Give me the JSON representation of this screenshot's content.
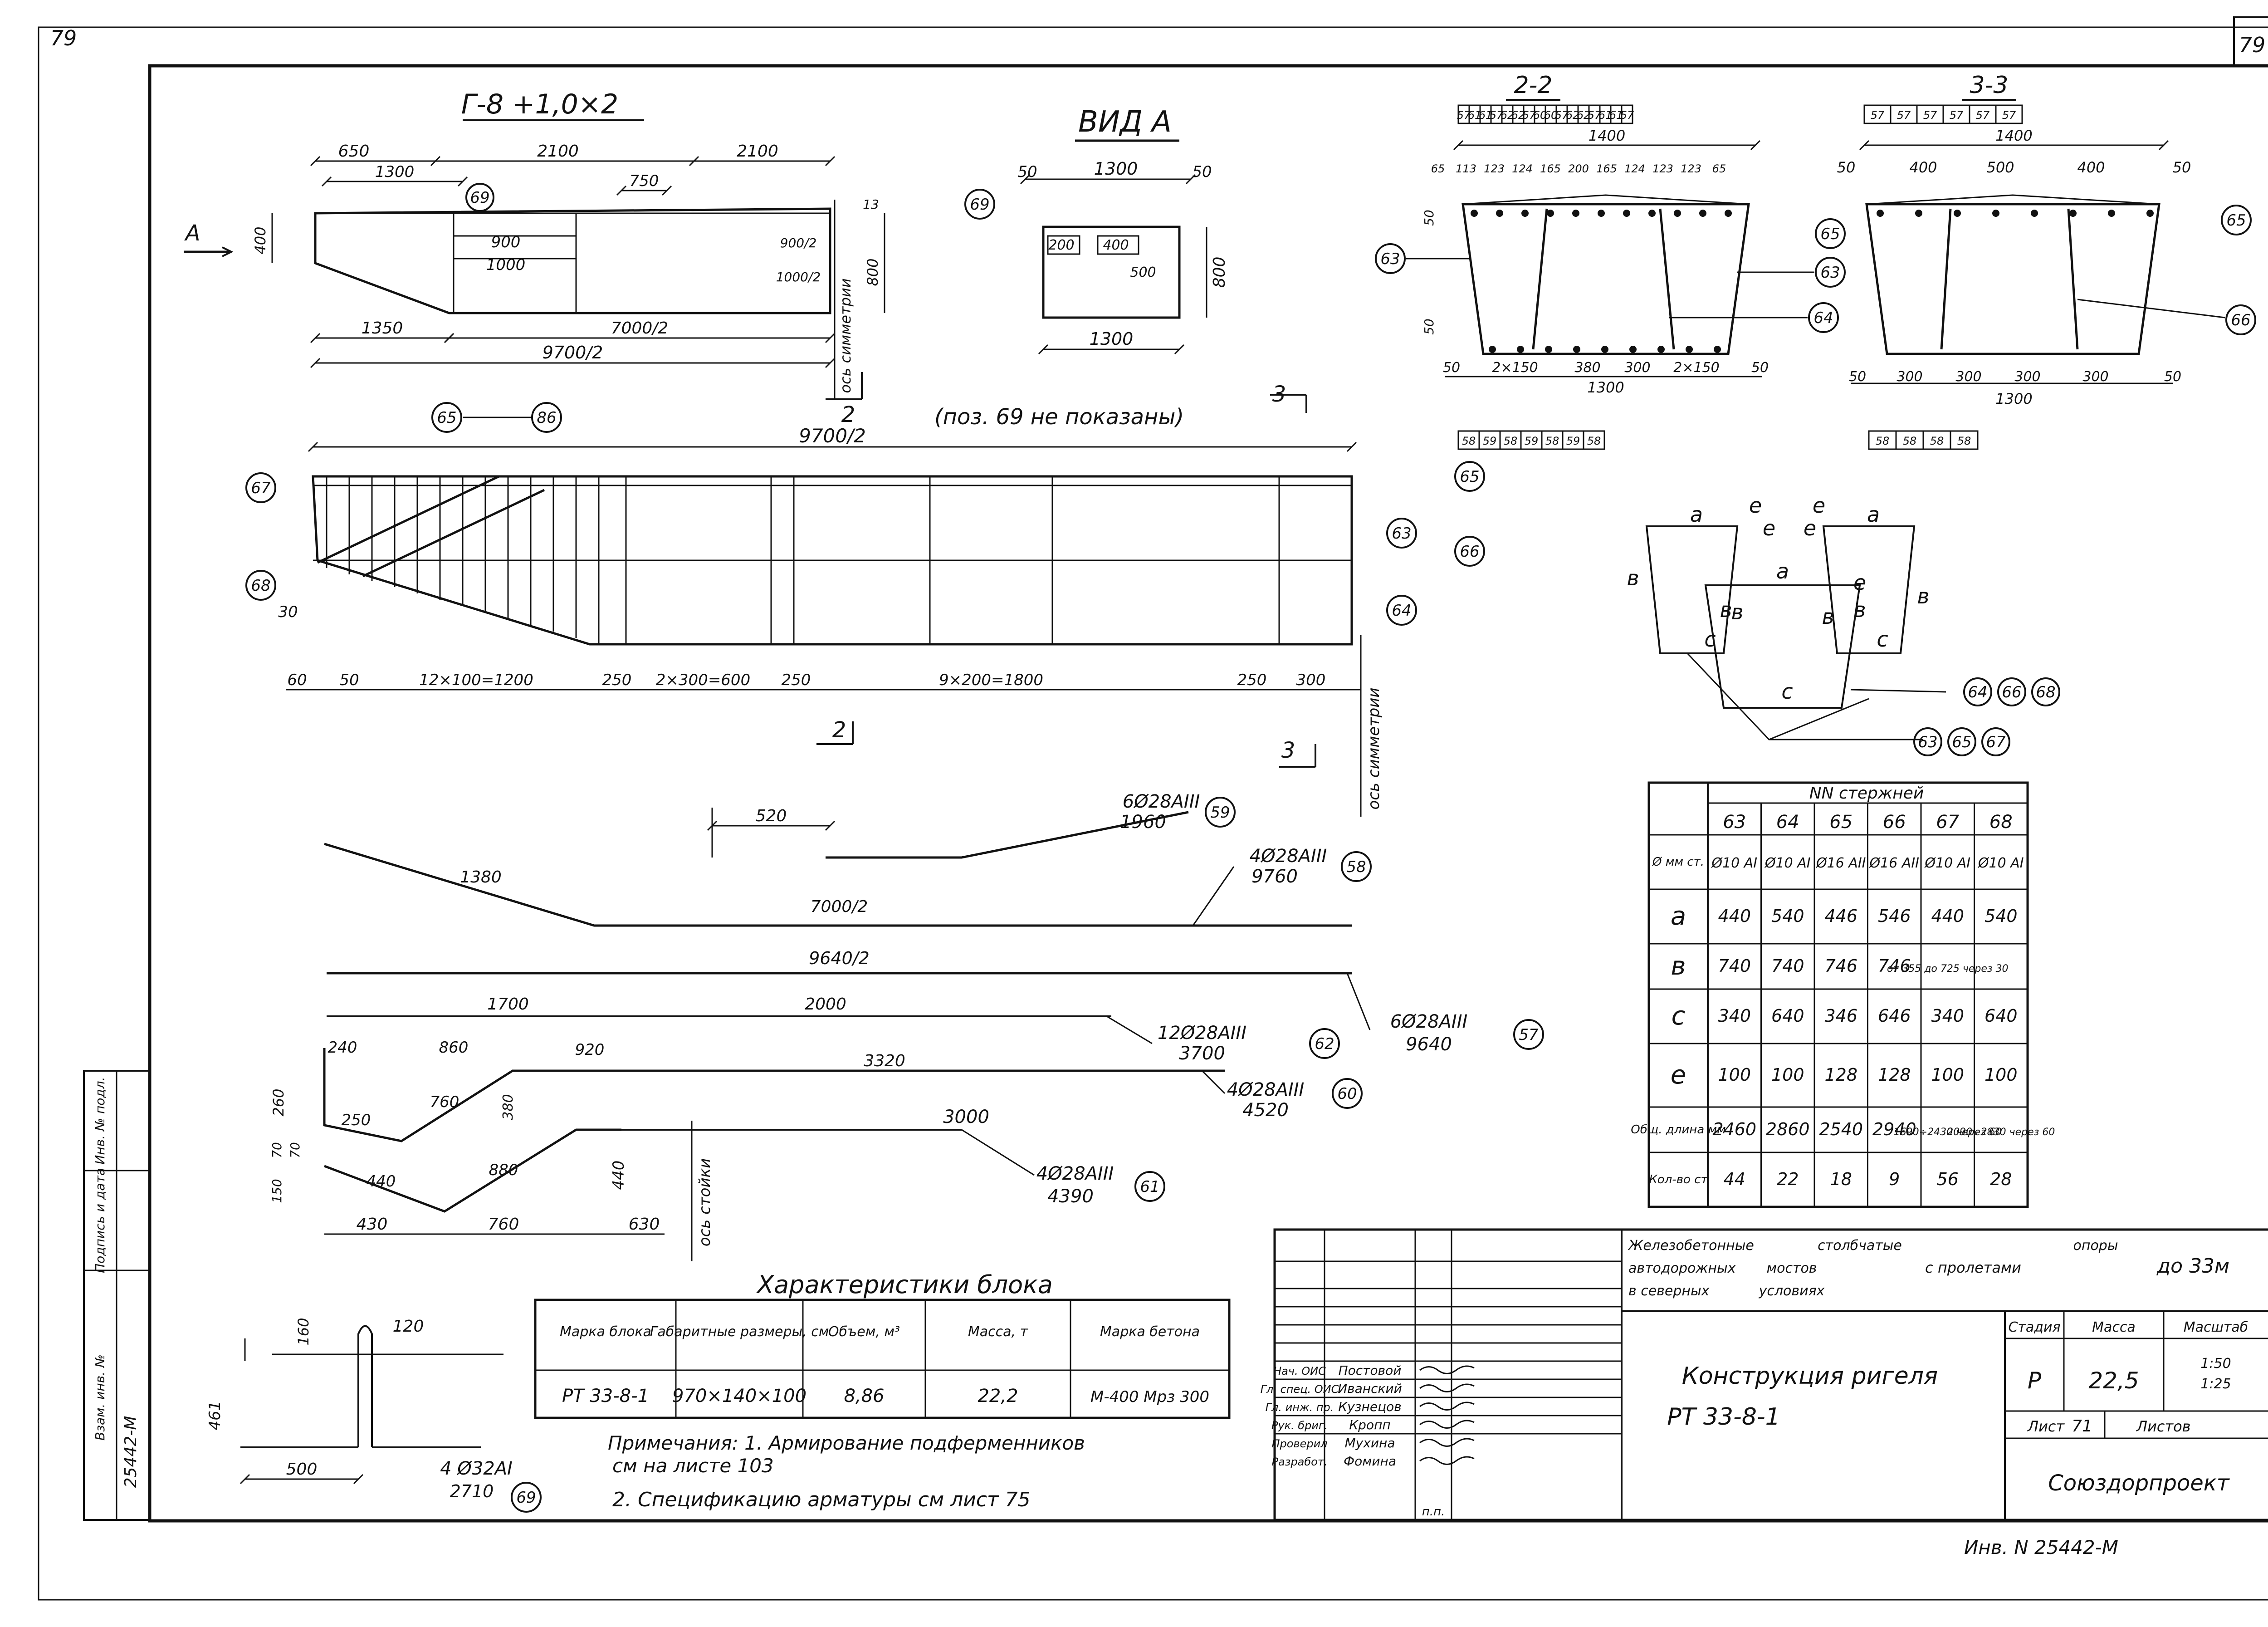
{
  "page": {
    "number_left": "79",
    "number_right": "79",
    "side_stamp": {
      "cells": [
        "Инв. № подл.",
        "Подпись и дата",
        "Взам. инв. №"
      ],
      "inv_number": "25442-М"
    }
  },
  "elevation": {
    "title": "Г-8 +1,0×2",
    "view_arrow": "А",
    "dims_top": [
      "650",
      "2100",
      "2100"
    ],
    "dims_small": [
      "1300",
      "750"
    ],
    "dims_mid": [
      "900",
      "1000"
    ],
    "dims_bottom": [
      "1350",
      "7000/2"
    ],
    "dim_total": "9700/2",
    "dims_right": [
      "900/2",
      "1000/2",
      "800"
    ],
    "dim_left": "400",
    "dim_top_right": "13",
    "axis_label": "ось симметрии",
    "pos_mark": "69"
  },
  "view_a": {
    "title": "ВИД А",
    "dims_top": [
      "50",
      "1300",
      "50"
    ],
    "dims_inner": [
      "200",
      "400",
      "500"
    ],
    "dim_bottom": "1300",
    "dim_right": "800",
    "pos_mark": "69"
  },
  "section_2": {
    "title": "2-2",
    "top_strip": [
      "57",
      "61",
      "61",
      "57",
      "62",
      "62",
      "57",
      "60",
      "60",
      "57",
      "62",
      "62",
      "57",
      "61",
      "61",
      "57"
    ],
    "dim_top": "1400",
    "dims_top_row": [
      "65",
      "113",
      "123",
      "124",
      "165",
      "200",
      "165",
      "124",
      "123",
      "123",
      "65"
    ],
    "dims_bottom": [
      "50",
      "2×150",
      "380",
      "300",
      "2×150",
      "50"
    ],
    "dim_bottom_total": "1300",
    "dims_side": [
      "50",
      "50"
    ],
    "bottom_strip": [
      "58",
      "59",
      "58",
      "59",
      "58",
      "59",
      "58"
    ],
    "pos_marks": [
      "63",
      "63",
      "64"
    ]
  },
  "section_3": {
    "title": "3-3",
    "top_strip": [
      "57",
      "57",
      "57",
      "57",
      "57",
      "57"
    ],
    "dim_top": "1400",
    "dims_top_row": [
      "50",
      "400",
      "500",
      "400",
      "50"
    ],
    "dims_bottom": [
      "50",
      "300",
      "300",
      "300",
      "300",
      "50"
    ],
    "dim_bottom_total": "1300",
    "bottom_strip": [
      "58",
      "58",
      "58",
      "58"
    ],
    "pos_marks": [
      "65",
      "65",
      "66"
    ]
  },
  "plan": {
    "dim_total": "9700/2",
    "dims_bottom": [
      "60",
      "50",
      "12×100=1200",
      "250",
      "2×300=600",
      "250",
      "9×200=1800",
      "250",
      "300"
    ],
    "dim_left": "30",
    "note": "(поз. 69 не показаны)",
    "section_marks": [
      "2",
      "3",
      "2",
      "3"
    ],
    "axis_label": "ось симметрии",
    "pos_marks": [
      "65",
      "86",
      "67",
      "68",
      "65",
      "63",
      "66",
      "64"
    ]
  },
  "bars": {
    "b59": {
      "label": "6Ø28АIII",
      "length": "1960",
      "pos": "59",
      "dim": "520"
    },
    "b58": {
      "label": "4Ø28АIII",
      "length": "9760",
      "pos": "58",
      "dims": [
        "1380",
        "7000/2"
      ]
    },
    "b57": {
      "label": "6Ø28АIII",
      "length": "9640",
      "pos": "57",
      "dim": "9640/2"
    },
    "b62": {
      "label": "12Ø28АIII",
      "length": "3700",
      "pos": "62",
      "dims": [
        "1700",
        "2000"
      ]
    },
    "b60": {
      "label": "4Ø28АIII",
      "length": "4520",
      "pos": "60",
      "dims": [
        "240",
        "860",
        "920",
        "3320",
        "250",
        "760",
        "380",
        "260"
      ]
    },
    "b61": {
      "label": "4Ø28АIII",
      "length": "4390",
      "pos": "61",
      "dims": [
        "3000",
        "440",
        "880",
        "440",
        "430",
        "760",
        "630",
        "150",
        "70",
        "70"
      ]
    },
    "axis_label": "ось стойки"
  },
  "stirrup_diagram": {
    "labels": [
      "а",
      "е",
      "е",
      "е",
      "е",
      "а",
      "в",
      "а",
      "в",
      "в",
      "в",
      "в",
      "в",
      "е",
      "с",
      "с",
      "с"
    ],
    "callout_1": [
      "64",
      "66",
      "68"
    ],
    "callout_2": [
      "63",
      "65",
      "67"
    ]
  },
  "rebar_table": {
    "header": "NN стержней",
    "columns": [
      "63",
      "64",
      "65",
      "66",
      "67",
      "68"
    ],
    "rows": [
      {
        "label": "Ø мм ст.",
        "cells": [
          "Ø10 АI",
          "Ø10 АI",
          "Ø16 АII",
          "Ø16 АII",
          "Ø10 АI",
          "Ø10 АI"
        ]
      },
      {
        "label": "а",
        "cells": [
          "440",
          "540",
          "446",
          "546",
          "440",
          "540"
        ]
      },
      {
        "label": "в",
        "cells": [
          "740",
          "740",
          "746",
          "746",
          "от 355 до 725 через 30",
          ""
        ]
      },
      {
        "label": "с",
        "cells": [
          "340",
          "640",
          "346",
          "646",
          "340",
          "640"
        ]
      },
      {
        "label": "е",
        "cells": [
          "100",
          "100",
          "128",
          "128",
          "100",
          "100"
        ]
      },
      {
        "label": "Общ. длина мм",
        "cells": [
          "2460",
          "2860",
          "2540",
          "2940",
          "1690÷2430 через 60",
          "2090÷2830 через 60"
        ]
      },
      {
        "label": "Кол-во ст",
        "cells": [
          "44",
          "22",
          "18",
          "9",
          "56",
          "28"
        ]
      }
    ]
  },
  "lifting_loop": {
    "dims": [
      "120",
      "160",
      "461",
      "500"
    ],
    "label": "4 Ø32АI",
    "length": "2710",
    "pos": "69"
  },
  "block_table": {
    "title": "Характеристики блока",
    "headers": [
      "Марка блока",
      "Габаритные размеры, см",
      "Объем, м³",
      "Масса, т",
      "Марка бетона"
    ],
    "row": [
      "РТ 33-8-1",
      "970×140×100",
      "8,86",
      "22,2",
      "М-400 Мрз 300"
    ]
  },
  "notes": {
    "title": "Примечания: 1. Армирование подферменников",
    "line1_cont": "см на листе 103",
    "line2": "2. Спецификацию арматуры см лист 75"
  },
  "title_block": {
    "project": [
      "Железобетонные",
      "столбчатые",
      "опоры",
      "автодорожных",
      "мостов",
      "с пролетами",
      "до 33м",
      "в северных",
      "условиях"
    ],
    "drawing_title": "Конструкция ригеля",
    "drawing_code": "РТ 33-8-1",
    "stage_h": "Стадия",
    "mass_h": "Масса",
    "scale_h": "Масштаб",
    "stage": "Р",
    "mass": "22,5",
    "scale": [
      "1:50",
      "1:25"
    ],
    "sheet_label": "Лист",
    "sheet_no": "71",
    "sheets_label": "Листов",
    "org": "Союздорпроект",
    "roles": [
      "Нач. ОИС",
      "Гл. спец. ОИС",
      "Гл. инж. пр.",
      "Рук. бриг.",
      "Проверил",
      "Разработ."
    ],
    "names": [
      "Постовой",
      "Иванский",
      "Кузнецов",
      "Кропп",
      "Мухина",
      "Фомина"
    ],
    "signature_note": "п.п.",
    "inv_below": "Инв. N 25442-М"
  }
}
